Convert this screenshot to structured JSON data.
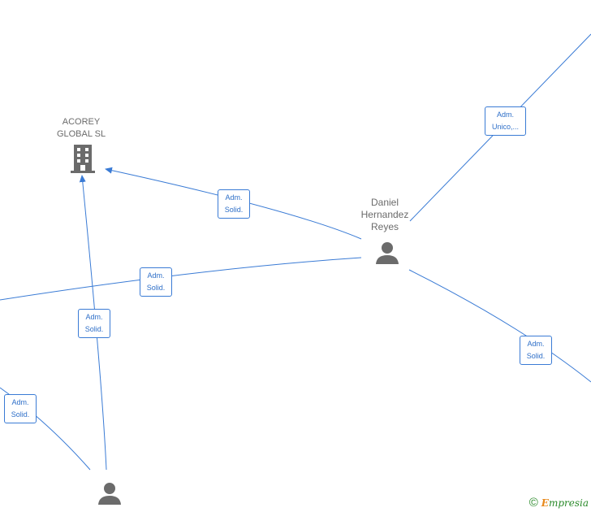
{
  "nodes": {
    "company": {
      "label": "ACOREY\nGLOBAL  SL"
    },
    "person_daniel": {
      "label": "Daniel\nHernandez\nReyes"
    },
    "person_bottom": {
      "label": ""
    }
  },
  "edges": [
    {
      "id": "e1",
      "line1": "Adm.",
      "line2": "Solid."
    },
    {
      "id": "e2",
      "line1": "Adm.",
      "line2": "Unico,..."
    },
    {
      "id": "e3",
      "line1": "Adm.",
      "line2": "Solid."
    },
    {
      "id": "e4",
      "line1": "Adm.",
      "line2": "Solid."
    },
    {
      "id": "e5",
      "line1": "Adm.",
      "line2": "Solid."
    },
    {
      "id": "e6",
      "line1": "Adm.",
      "line2": "Solid."
    }
  ],
  "footer": {
    "copyright": "©",
    "brand_initial": "E",
    "brand_rest": "mpresia"
  },
  "colors": {
    "edge": "#3a7bd5",
    "icon": "#6b6b6b",
    "brand": "#2a8a2a",
    "brand_accent": "#e8891c"
  }
}
